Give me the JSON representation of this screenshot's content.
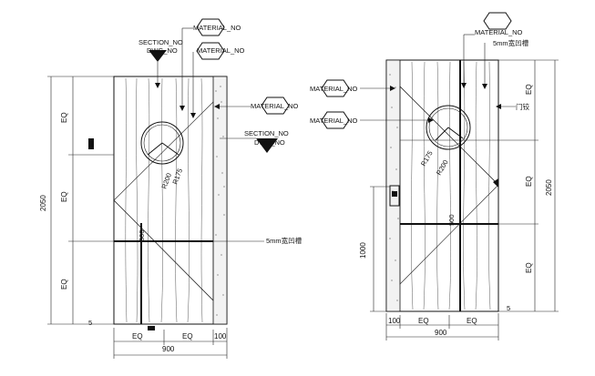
{
  "left_elevation": {
    "height_dim": "2050",
    "eq_vertical": [
      "EQ",
      "EQ",
      "EQ"
    ],
    "width_dim": "900",
    "bottom_eq": [
      "EQ",
      "EQ"
    ],
    "bottom_offset": "100",
    "base_gap": "5",
    "rail_dim": "500",
    "radius_inner": "R175",
    "radius_outer": "R200",
    "tag_material_1": "MATERIAL_NO",
    "tag_material_2": "MATERIAL_NO",
    "tag_material_3": "MATERIAL_NO",
    "tag_section_1": "SECTION_NO",
    "tag_dwg_1": "DWG_NO",
    "tag_section_2": "SECTION_NO",
    "tag_dwg_2": "DWG_NO",
    "groove_note": "5mm宽凹槽"
  },
  "right_elevation": {
    "height_dim": "2050",
    "eq_vertical": [
      "EQ",
      "EQ",
      "EQ"
    ],
    "width_dim": "900",
    "bottom_offset": "100",
    "bottom_eq": [
      "EQ",
      "EQ"
    ],
    "base_gap": "5",
    "handle_height": "1000",
    "rail_dim": "500",
    "radius_inner": "R175",
    "radius_outer": "R200",
    "tag_material_1": "MATERIAL_NO",
    "tag_material_2": "MATERIAL_NO",
    "tag_material_3": "MATERIAL_NO",
    "groove_note": "5mm宽凹槽",
    "hinge_note": "门铰"
  }
}
